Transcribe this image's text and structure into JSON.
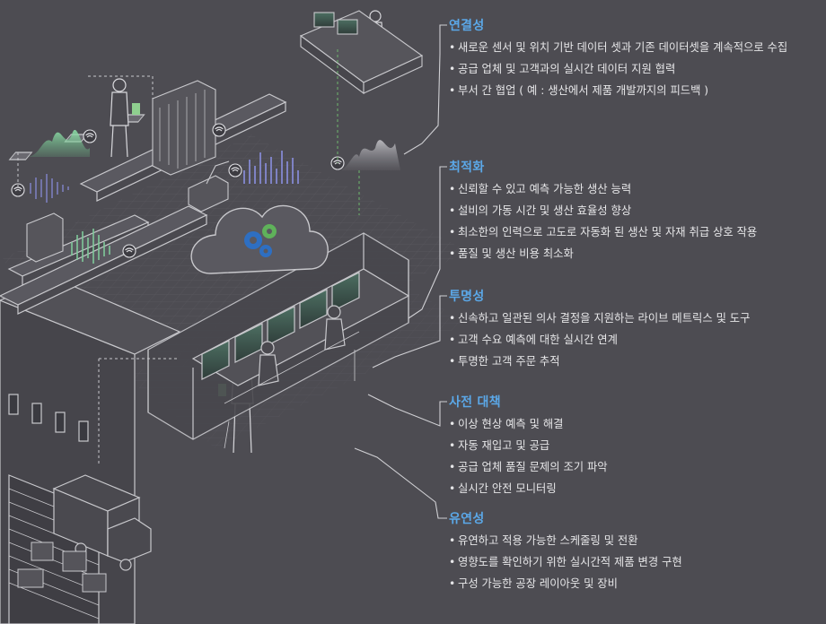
{
  "sections": [
    {
      "title": "연결성",
      "items": [
        "새로운 센서 및 위치 기반 데이터 셋과 기존 데이터셋을 계속적으로 수집",
        "공급 업체 및 고객과의 실시간 데이터 지원 협력",
        "부서 간 협업 ( 예 : 생산에서 제품 개발까지의 피드백 )"
      ]
    },
    {
      "title": "최적화",
      "items": [
        "신뢰할 수 있고 예측 가능한 생산 능력",
        "설비의 가동 시간 및 생산 효율성 향상",
        "최소한의 인력으로 고도로 자동화 된 생산 및 자재 취급 상호 작용",
        "품질 및 생산 비용 최소화"
      ]
    },
    {
      "title": "투명성",
      "items": [
        "신속하고 일관된 의사 결정을 지원하는 라이브 메트릭스 및 도구",
        "고객 수요 예측에 대한 실시간 연계",
        "투명한 고객 주문 추적"
      ]
    },
    {
      "title": "사전 대책",
      "items": [
        "이상 현상 예측 및 해결",
        "자동 재입고 및 공급",
        "공급 업체 품질 문제의 조기 파악",
        "실시간 안전 모니터링"
      ]
    },
    {
      "title": "유연성",
      "items": [
        "유연하고 적용 가능한 스케줄링 및 전환",
        "영향도를 확인하기 위한 실시간적 제품 변경 구현",
        "구성 가능한 공장 레이아웃 및 장비"
      ]
    }
  ],
  "colors": {
    "background": "#4d4c52",
    "accent": "#5ba8e8",
    "line": "#c8c8cc",
    "wave_green": "#7fc99a",
    "wave_blue": "#8a8fe0",
    "dashed_green": "#6fb86f",
    "gear_green": "#5fb25a",
    "gear_blue": "#2e6fc2"
  },
  "icons": [
    "wifi-icon",
    "cloud-icon",
    "gear-icon",
    "truck-icon",
    "person-icon",
    "monitor-icon"
  ]
}
